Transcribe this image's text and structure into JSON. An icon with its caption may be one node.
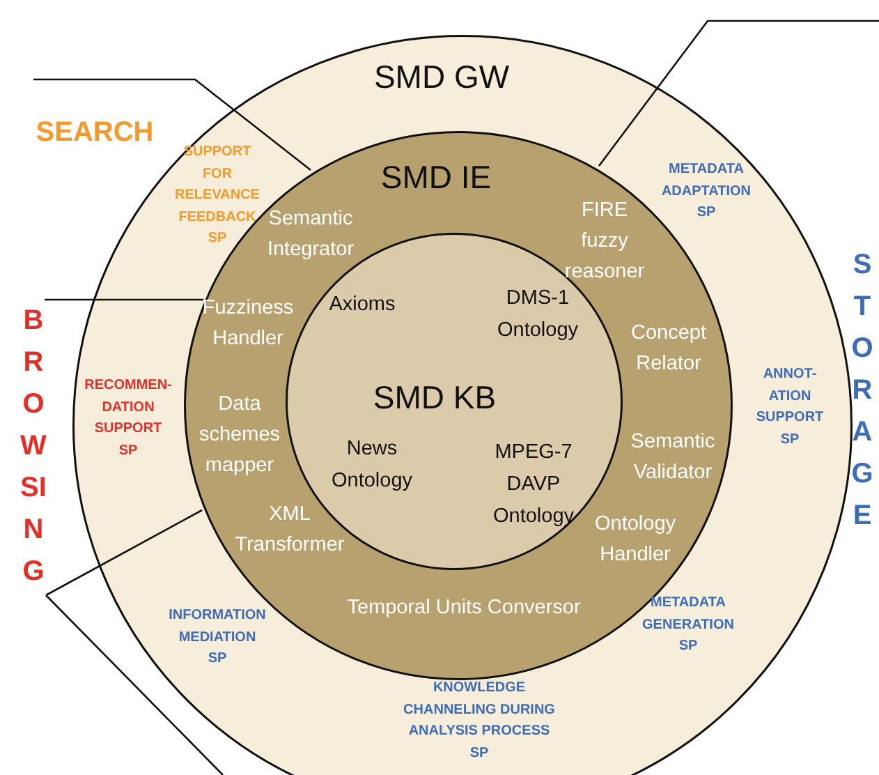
{
  "diagram": {
    "nodes": [
      {
        "text": [
          "SMD GW"
        ]
      },
      {
        "text": [
          "SMD IE"
        ],
        "in": 0
      },
      {
        "text": [
          "SMD KB"
        ],
        "in": 1
      }
    ],
    "labels": [
      "SEARCH",
      "SUPPORT FOR RELEVANCE FEEDBACK SP",
      "METADATA ADAPTATION SP",
      "Semantic Integrator",
      "FIRE fuzzy reasoner",
      "Axioms",
      "DMS-1 Ontology",
      "Fuzziness Handler",
      "Concept Relator",
      "BROWSING",
      "STORAGE",
      "RECOMMEN- DATION SUPPORT SP",
      "ANNOT- ATION SUPPORT SP",
      "Data schemes mapper",
      "News Ontology",
      "Semantic Validator",
      "MPEG-7 DAVP Ontology",
      "XML Transformer",
      "Ontology Handler",
      "Temporal Units Conversor",
      "METADATA GENERATION SP",
      "INFORMATION MEDIATION SP",
      "KNOWLEDGE CHANNELING DURING ANALYSIS PROCESS SP"
    ]
  }
}
